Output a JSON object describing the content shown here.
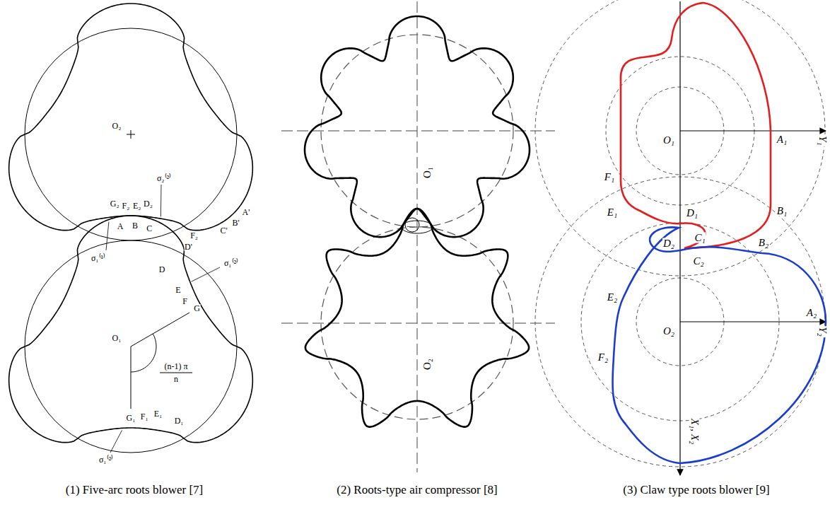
{
  "diagram": {
    "labels": [
      "O₂",
      "G₂",
      "F₂",
      "E₂",
      "D₂",
      "σ₂⁽²⁾",
      "A",
      "B",
      "C",
      "σ₁⁽¹⁾",
      "F₂",
      "D'",
      "A'",
      "B'",
      "C'",
      "D",
      "σ₁⁽²⁾",
      "E",
      "F",
      "G",
      "O₁",
      "(n-1) π",
      "n",
      "G₁",
      "F₁",
      "E₁",
      "D₁",
      "σ₁⁽²⁾",
      "O₁",
      "O₂",
      "F₁",
      "E₁",
      "O₁",
      "A₁",
      "Y₁",
      "D₁",
      "B₁",
      "D₂",
      "C₁",
      "C₂",
      "B₂",
      "E₂",
      "F₂",
      "O₂",
      "A₂",
      "Y₂",
      "X₁, X₂",
      "(1) Five-arc roots blower [7]",
      "(2) Roots-type air compressor [8]",
      "(3) Claw type roots blower [9]"
    ]
  }
}
